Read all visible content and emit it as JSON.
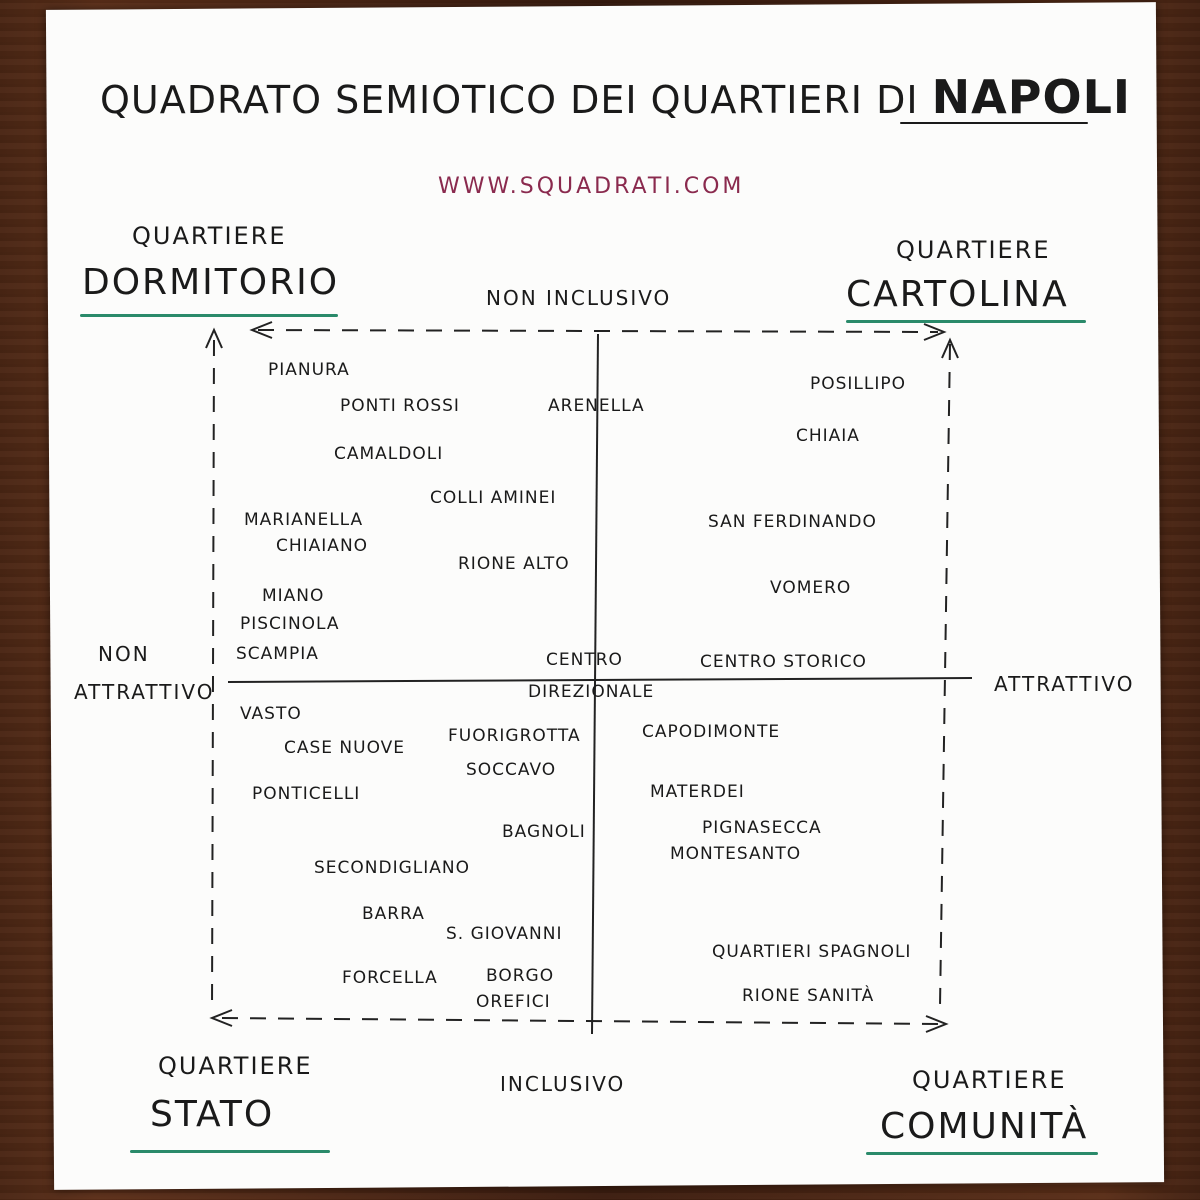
{
  "title": {
    "prefix": "QUADRATO SEMIOTICO DEI QUARTIERI DI",
    "city": "NAPOLI"
  },
  "url": "WWW.SQUADRATI.COM",
  "corners": {
    "top_left": {
      "small": "QUARTIERE",
      "big": "DORMITORIO"
    },
    "top_right": {
      "small": "QUARTIERE",
      "big": "CARTOLINA"
    },
    "bottom_left": {
      "small": "QUARTIERE",
      "big": "STATO"
    },
    "bottom_right": {
      "small": "QUARTIERE",
      "big": "COMUNITÀ"
    }
  },
  "axes": {
    "top": "NON INCLUSIVO",
    "bottom": "INCLUSIVO",
    "left_line1": "NON",
    "left_line2": "ATTRATTIVO",
    "right": "ATTRATTIVO"
  },
  "neighborhoods": {
    "pianura": "PIANURA",
    "ponti_rossi": "PONTI ROSSI",
    "arenella": "ARENELLA",
    "camaldoli": "CAMALDOLI",
    "colli_aminei": "COLLI AMINEI",
    "marianella": "MARIANELLA",
    "chiaiano": "CHIAIANO",
    "rione_alto": "RIONE ALTO",
    "miano": "MIANO",
    "piscinola": "PISCINOLA",
    "scampia": "SCAMPIA",
    "posillipo": "POSILLIPO",
    "chiaia": "CHIAIA",
    "san_ferdinando": "SAN FERDINANDO",
    "vomero": "VOMERO",
    "centro": "CENTRO",
    "direzionale": "DIREZIONALE",
    "centro_storico": "CENTRO STORICO",
    "vasto": "VASTO",
    "case_nuove": "CASE NUOVE",
    "fuorigrotta": "FUORIGROTTA",
    "soccavo": "SOCCAVO",
    "ponticelli": "PONTICELLI",
    "bagnoli": "BAGNOLI",
    "secondigliano": "SECONDIGLIANO",
    "barra": "BARRA",
    "s_giovanni": "S. GIOVANNI",
    "forcella": "FORCELLA",
    "borgo": "BORGO",
    "orefici": "OREFICI",
    "capodimonte": "CAPODIMONTE",
    "materdei": "MATERDEI",
    "pignasecca": "PIGNASECCA",
    "montesanto": "MONTESANTO",
    "quartieri_spagnoli": "QUARTIERI SPAGNOLI",
    "rione_sanita": "RIONE SANITÀ"
  },
  "colors": {
    "underline": "#2a8a6a",
    "url": "#8a2a4e",
    "ink": "#1a1a1a"
  }
}
